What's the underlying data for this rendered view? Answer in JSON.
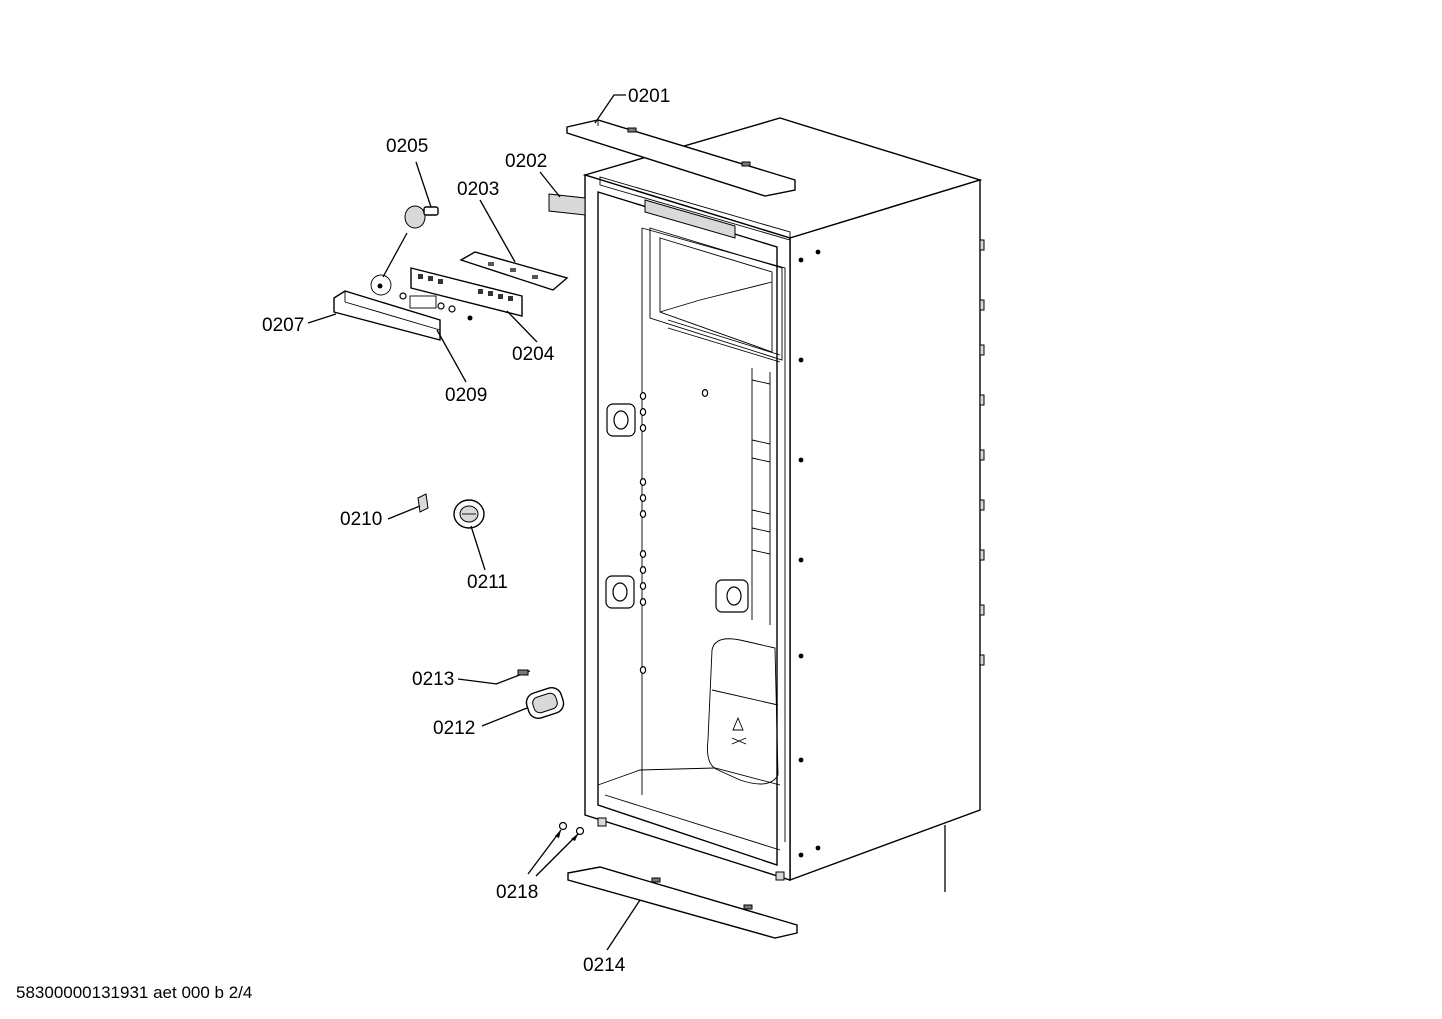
{
  "parts": [
    {
      "id": "0201",
      "label": "0201"
    },
    {
      "id": "0202",
      "label": "0202"
    },
    {
      "id": "0203",
      "label": "0203"
    },
    {
      "id": "0204",
      "label": "0204"
    },
    {
      "id": "0205",
      "label": "0205"
    },
    {
      "id": "0207",
      "label": "0207"
    },
    {
      "id": "0209",
      "label": "0209"
    },
    {
      "id": "0210",
      "label": "0210"
    },
    {
      "id": "0211",
      "label": "0211"
    },
    {
      "id": "0212",
      "label": "0212"
    },
    {
      "id": "0213",
      "label": "0213"
    },
    {
      "id": "0214",
      "label": "0214"
    },
    {
      "id": "0218",
      "label": "0218"
    }
  ],
  "footer": {
    "code": "58300000131931 aet 000 b 2/4"
  }
}
